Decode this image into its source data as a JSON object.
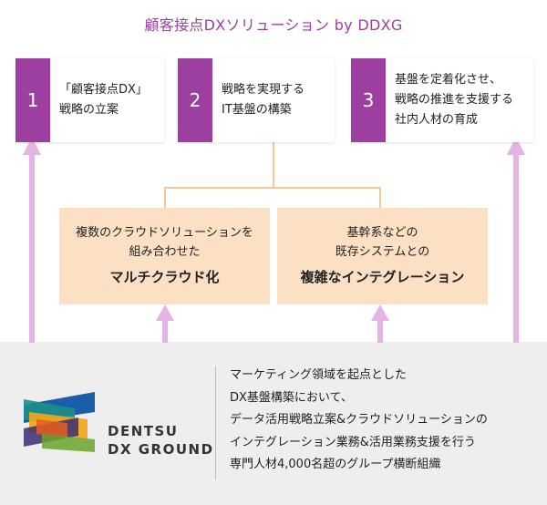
{
  "title": "顧客接点DXソリューション by DDXG",
  "steps": [
    {
      "number": "1",
      "lines": [
        "「顧客接点DX」",
        "戦略の立案"
      ]
    },
    {
      "number": "2",
      "lines": [
        "戦略を実現する",
        "IT基盤の構築"
      ]
    },
    {
      "number": "3",
      "lines": [
        "基盤を定着化させ、",
        "戦略の推進を支援する",
        "社内人材の育成"
      ]
    }
  ],
  "middle_boxes": [
    {
      "lines": [
        "複数のクラウドソリューションを",
        "組み合わせた"
      ],
      "bold": "マルチクラウド化"
    },
    {
      "lines": [
        "基幹系などの",
        "既存システムとの"
      ],
      "bold": "複雑なインテグレーション"
    }
  ],
  "logo": {
    "line1": "DENTSU",
    "line2": "DX GROUND"
  },
  "description": [
    "マーケティング領域を起点とした",
    "DX基盤構築において、",
    "データ活用戦略立案&クラウドソリューションの",
    "インテグレーション業務&活用業務支援を行う",
    "専門人材4,000名超のグループ横断組織"
  ],
  "colors": {
    "accent": "#9c3fa0",
    "arrow": "#e6b4e4",
    "box_fill": "#fbe0c4",
    "bracket": "#f5c89a"
  }
}
